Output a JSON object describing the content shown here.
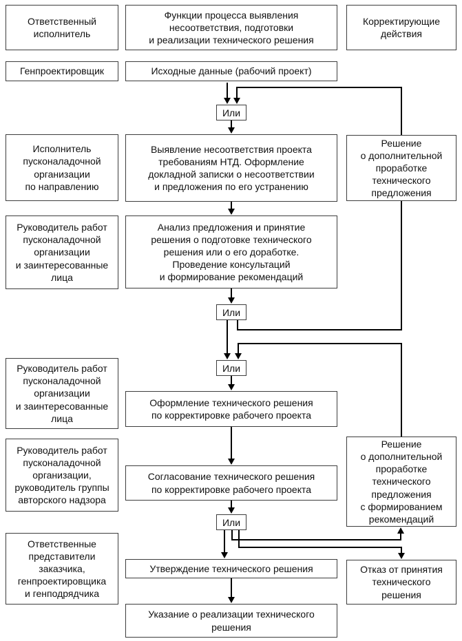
{
  "or_label": "Или",
  "headers": {
    "left": "Ответственный\nисполнитель",
    "middle": "Функции процесса выявления\nнесоответствия, подготовки\nи реализации технического решения",
    "right": "Корректирующие\nдействия"
  },
  "left_column": {
    "genproektirovshchik": "Генпроектировщик",
    "ispolnitel": "Исполнитель\nпусконаладочной\nорганизации\nпо направлению",
    "rukovoditel_zainteresovannye_1": "Руководитель работ\nпусконаладочной\nорганизации\nи заинтересованные\nлица",
    "rukovoditel_zainteresovannye_2": "Руководитель работ\nпусконаладочной\nорганизации\nи заинтересованные\nлица",
    "rukovoditel_avtorskij_nadzor": "Руководитель работ\nпусконаладочной\nорганизации,\nруководитель группы\nавторского надзора",
    "otvetstvennye_predstaviteli": "Ответственные\nпредставители\nзаказчика,\nгенпроектировщика\nи генподрядчика"
  },
  "process": {
    "iskhodnye_dannye": "Исходные данные (рабочий проект)",
    "vyyavlenie": "Выявление несоответствия проекта\nтребованиям НТД. Оформление\nдокладной записки о несоответствии\nи предложения по его устранению",
    "analiz": "Анализ предложения и принятие\nрешения о подготовке технического\nрешения или о его доработке.\nПроведение консультаций\nи формирование рекомендаций",
    "oformlenie": "Оформление технического решения\nпо корректировке рабочего проекта",
    "soglasovanie": "Согласование технического решения\nпо корректировке рабочего проекта",
    "utverzhdenie": "Утверждение технического решения",
    "ukazanie": "Указание о реализации технического\nрешения"
  },
  "corrective": {
    "reshenie_dorabotka": "Решение\nо дополнительной\nпроработке\nтехнического\nпредложения",
    "reshenie_dorabotka_rekomendacii": "Решение\nо дополнительной\nпроработке\nтехнического\nпредложения\nс формированием\nрекомендаций",
    "otkaz": "Отказ от принятия\nтехнического\nрешения"
  },
  "colors": {
    "line": "#000000",
    "border": "#3c3c3c",
    "text": "#101010",
    "background": "#ffffff"
  }
}
